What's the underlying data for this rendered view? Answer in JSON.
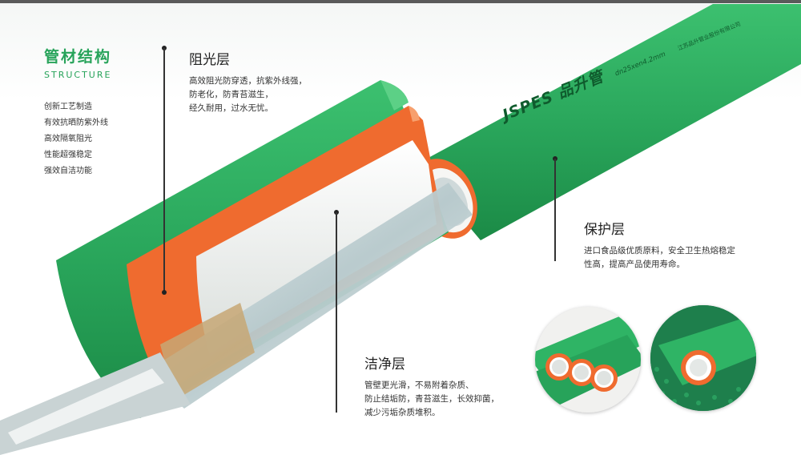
{
  "colors": {
    "brand_green": "#27a35a",
    "pipe_green": "#2fb465",
    "orange_layer": "#ef6b2f",
    "white_layer": "#f2f4f2"
  },
  "title": {
    "cn": "管材结构",
    "en": "STRUCTURE"
  },
  "features": [
    "创新工艺制造",
    "有效抗晒防紫外线",
    "高效隔氧阻光",
    "性能超强稳定",
    "强效自洁功能"
  ],
  "layers": {
    "sun": {
      "title": "阻光层",
      "desc": "高效阻光防穿透，抗紫外线强，\n防老化，防青苔滋生，\n经久耐用，过水无忧。"
    },
    "protect": {
      "title": "保护层",
      "desc": "进口食品级优质原料，安全卫生热熔稳定\n性高，提高产品使用寿命。"
    },
    "clean": {
      "title": "洁净层",
      "desc": "管壁更光滑，不易附着杂质、\n防止结垢防，青苔滋生，长效抑菌，\n减少污垢杂质堆积。"
    }
  },
  "pipe_print": {
    "brand": "JSPES 品升管",
    "spec": "dn25xen4.2mm",
    "maker": "江苏品升管业股份有限公司"
  },
  "icons": [
    "pipe-cutaway-illustration",
    "pipe-ends-photo",
    "pipe-granules-photo"
  ]
}
